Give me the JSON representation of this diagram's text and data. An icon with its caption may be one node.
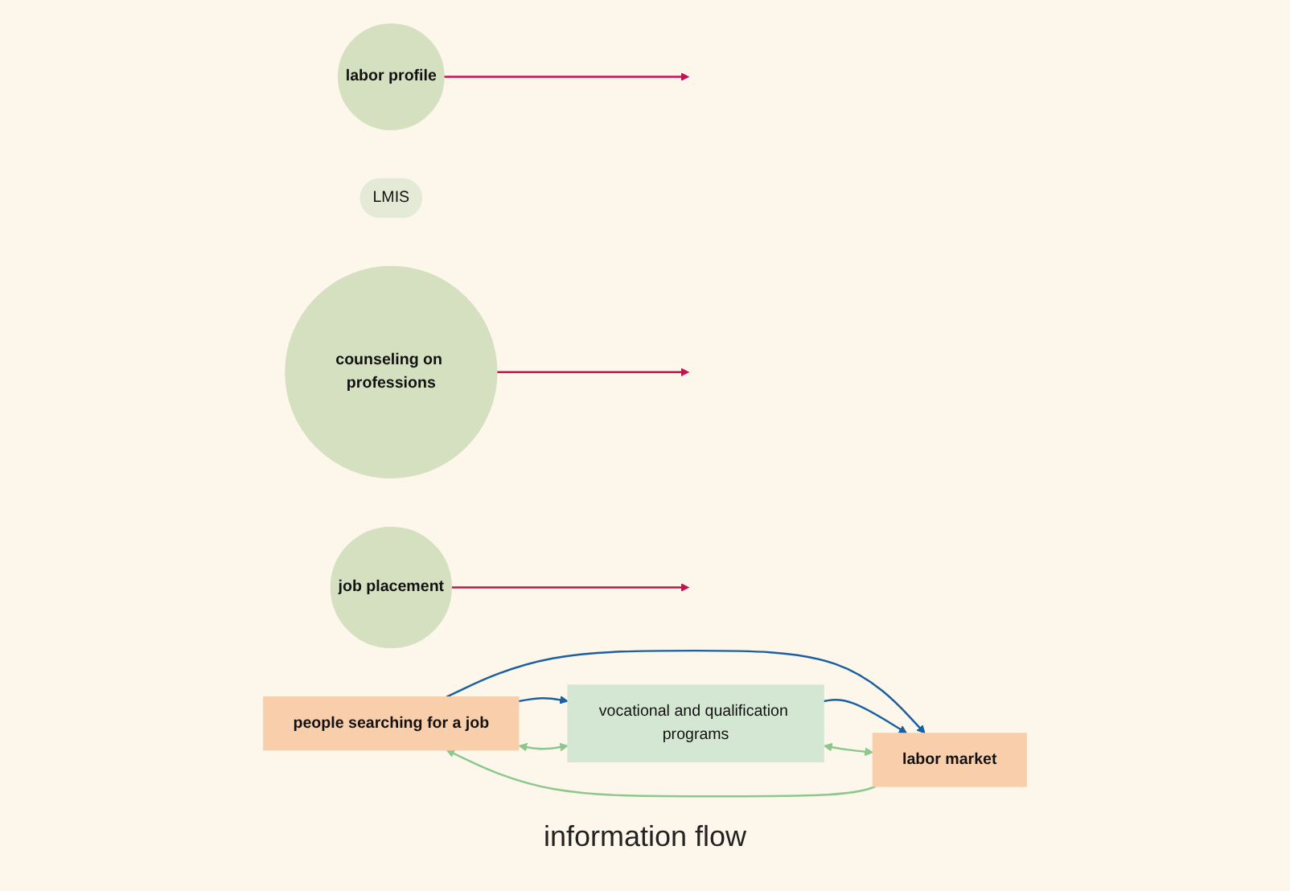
{
  "diagram": {
    "nodes": [
      {
        "text": [
          "people searching for a job"
        ]
      },
      {
        "text": [
          "vocational and qualification programs"
        ]
      },
      {
        "text": [
          "labor market"
        ]
      },
      {
        "text": [
          "LMIS"
        ]
      },
      {
        "text": [
          "labor profile"
        ]
      },
      {
        "text": [
          "counseling on professions"
        ]
      },
      {
        "text": [
          "job placement"
        ]
      }
    ],
    "edges": [
      {
        "from": 0,
        "to": 2,
        "arrow": "to",
        "color": "#1a5fa0"
      },
      {
        "from": 0,
        "to": 1,
        "arrow": "to",
        "color": "#1a5fa0"
      },
      {
        "from": 1,
        "to": 2,
        "arrow": "to",
        "color": "#1a5fa0"
      },
      {
        "from": 0,
        "to": 1,
        "arrow": "both",
        "color": "#8cc88c"
      },
      {
        "from": 1,
        "to": 2,
        "arrow": "both",
        "color": "#8cc88c"
      },
      {
        "from": 2,
        "to": 0,
        "arrow": "to",
        "color": "#8cc88c"
      },
      {
        "from": 4,
        "to": null,
        "arrow": "to",
        "color": "#c8104e"
      },
      {
        "from": 5,
        "to": null,
        "arrow": "to",
        "color": "#c8104e"
      },
      {
        "from": 6,
        "to": null,
        "arrow": "to",
        "color": "#c8104e"
      }
    ],
    "labels": [
      "information flow"
    ]
  }
}
